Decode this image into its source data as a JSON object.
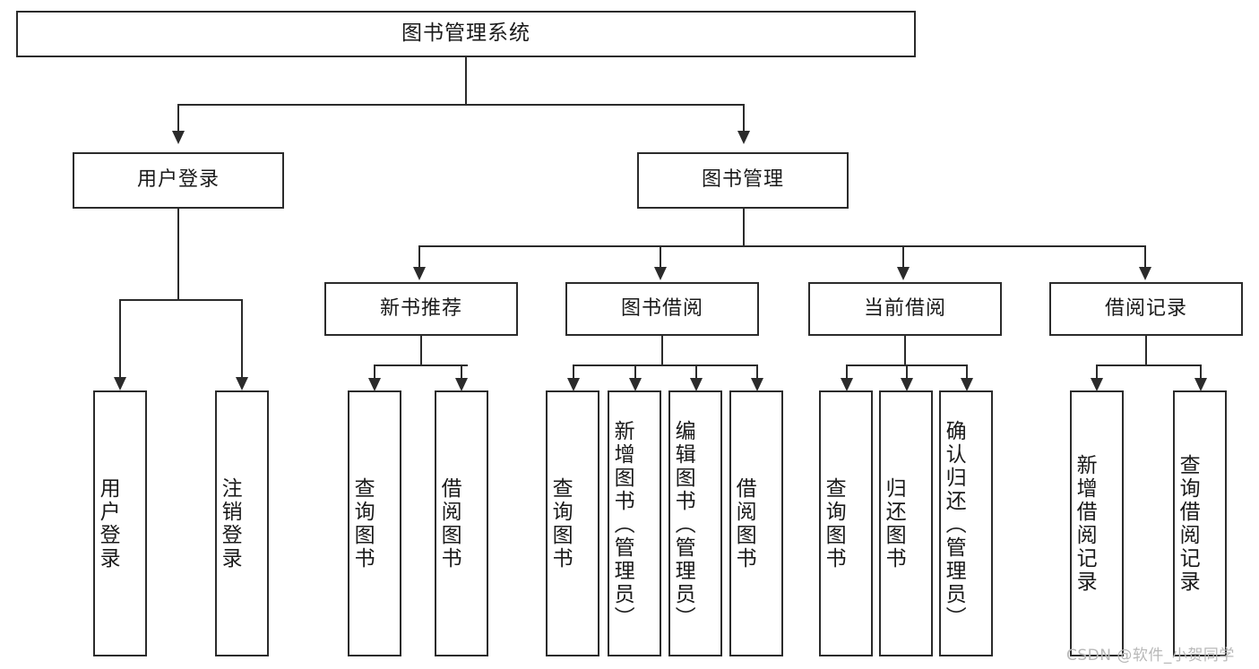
{
  "diagram": {
    "type": "tree-hierarchy",
    "title": "图书管理系统",
    "root": {
      "label": "图书管理系统",
      "name": "root-book-management-system"
    },
    "level2": [
      {
        "label": "用户登录",
        "name": "node-user-login"
      },
      {
        "label": "图书管理",
        "name": "node-book-management"
      }
    ],
    "level3": [
      {
        "label": "新书推荐",
        "name": "node-new-book-recommend"
      },
      {
        "label": "图书借阅",
        "name": "node-book-borrow"
      },
      {
        "label": "当前借阅",
        "name": "node-current-borrow"
      },
      {
        "label": "借阅记录",
        "name": "node-borrow-record"
      }
    ],
    "leaves": {
      "user_login": [
        {
          "label": "用户登录",
          "name": "leaf-user-login"
        },
        {
          "label": "注销登录",
          "name": "leaf-logout"
        }
      ],
      "new_book_recommend": [
        {
          "label": "查询图书",
          "name": "leaf-query-book-recommend"
        },
        {
          "label": "借阅图书",
          "name": "leaf-borrow-book-recommend"
        }
      ],
      "book_borrow": [
        {
          "label": "查询图书",
          "name": "leaf-query-book-borrow"
        },
        {
          "label": "新增图书（管理员）",
          "name": "leaf-add-book-admin"
        },
        {
          "label": "编辑图书（管理员）",
          "name": "leaf-edit-book-admin"
        },
        {
          "label": "借阅图书",
          "name": "leaf-borrow-book"
        }
      ],
      "current_borrow": [
        {
          "label": "查询图书",
          "name": "leaf-query-book-current"
        },
        {
          "label": "归还图书",
          "name": "leaf-return-book"
        },
        {
          "label": "确认归还（管理员）",
          "name": "leaf-confirm-return-admin"
        }
      ],
      "borrow_record": [
        {
          "label": "新增借阅记录",
          "name": "leaf-add-borrow-record"
        },
        {
          "label": "查询借阅记录",
          "name": "leaf-query-borrow-record"
        }
      ]
    }
  },
  "watermark": {
    "text": "CSDN @软件_小贺同学"
  },
  "colors": {
    "stroke": "#2b2b2b",
    "background": "#ffffff",
    "text": "#1a1a1a",
    "watermark": "#b8b8b8"
  }
}
